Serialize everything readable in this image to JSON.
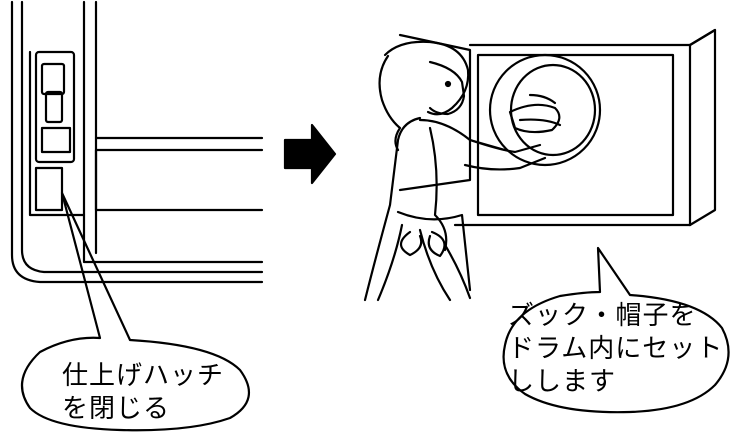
{
  "callout_left": {
    "lines": [
      "仕上げハッチ",
      "を閉じる"
    ]
  },
  "callout_right": {
    "lines": [
      "ズック・帽子を",
      "ドラム内にセット",
      "しします"
    ]
  },
  "arrow": {
    "direction": "right"
  }
}
